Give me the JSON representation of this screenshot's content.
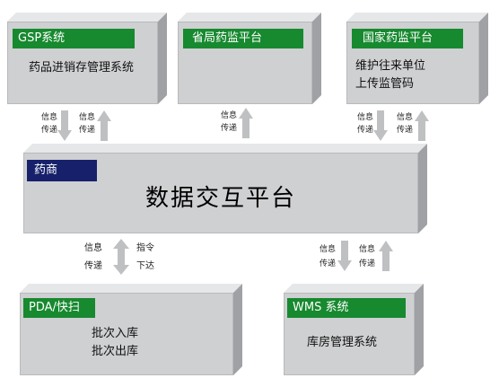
{
  "boxes": {
    "gsp": {
      "title": "GSP系统",
      "lines": [
        "药品进销存管理系统"
      ]
    },
    "provincial": {
      "title": "省局药监平台",
      "lines": []
    },
    "national": {
      "title": "国家药监平台",
      "lines": [
        "维护往来单位",
        "上传监管码"
      ]
    },
    "platform": {
      "tag": "药商",
      "title": "数据交互平台"
    },
    "pda": {
      "title": "PDA/快扫",
      "lines": [
        "批次入库",
        "批次出库"
      ]
    },
    "wms": {
      "title": "WMS 系统",
      "lines": [
        "库房管理系统"
      ]
    }
  },
  "labels": {
    "info": [
      "信息",
      "传递"
    ],
    "command": [
      "指令",
      "下达"
    ]
  },
  "colors": {
    "header_green": "#17892f",
    "header_navy": "#17216b",
    "box_face": "#cfd0d2",
    "arrow": "#bfc0c2"
  }
}
